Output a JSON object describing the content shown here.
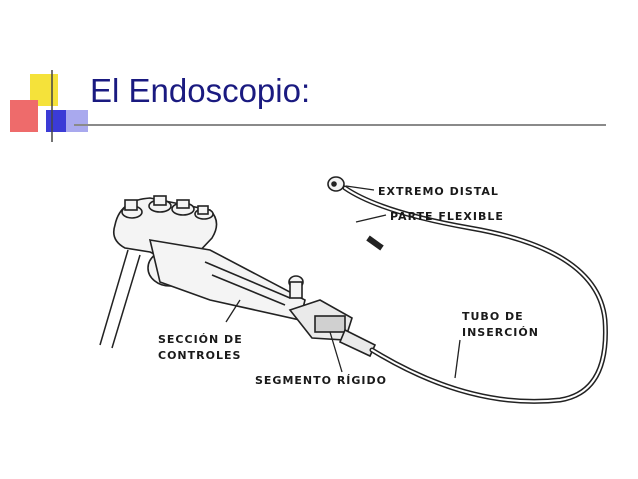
{
  "slide": {
    "title": "El Endoscopio:",
    "colors": {
      "title": "#1a1a80",
      "deco_yellow": "#f5e23a",
      "deco_red": "#e83a3a",
      "deco_blue": "#3b3bd6",
      "rule": "#8a8a8a"
    }
  },
  "diagram": {
    "labels": {
      "extremo_distal": "EXTREMO DISTAL",
      "parte_flexible": "PARTE FLEXIBLE",
      "tubo_de": "TUBO DE",
      "insercion": "INSERCIÓN",
      "seccion_de": "SECCIÓN DE",
      "controles": "CONTROLES",
      "segmento_rigido": "SEGMENTO RÍGIDO"
    }
  }
}
